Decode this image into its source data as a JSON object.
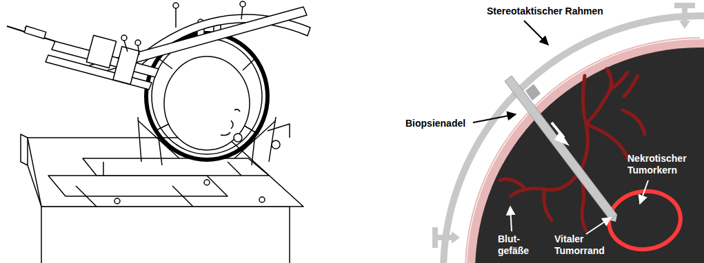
{
  "diagram": {
    "labels": [
      "Stereotaktischer Rahmen",
      "Biopsienadel",
      "Nekrotischer Tumorkern",
      "Blut- gefäße",
      "Vitaler Tumorrand"
    ]
  }
}
